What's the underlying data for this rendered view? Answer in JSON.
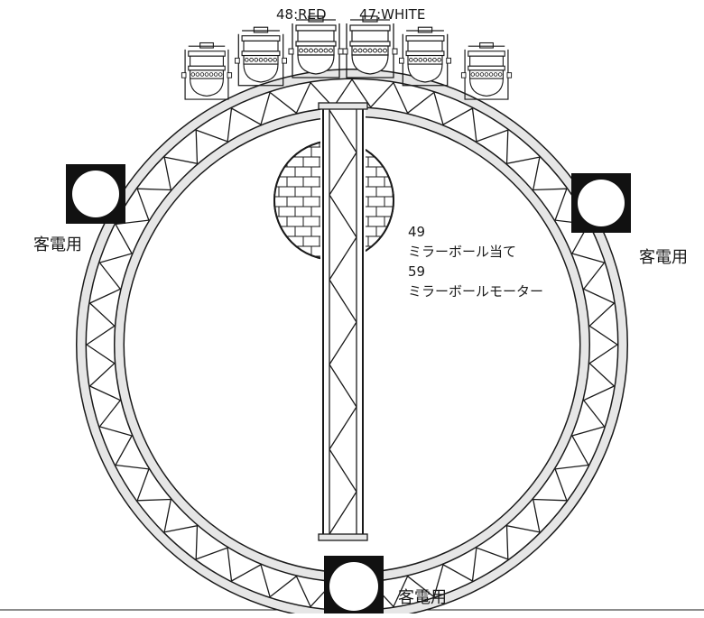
{
  "diagram": {
    "fixture_labels": {
      "red": "48:RED",
      "white": "47:WHITE"
    },
    "mirror_ball_note": {
      "line1": "49",
      "line2": "ミラーボール当て",
      "line3": "59",
      "line4": "ミラーボールモーター"
    },
    "outlets": {
      "left": "客電用",
      "right": "客電用",
      "bottom": "客電用"
    },
    "colors": {
      "stroke": "#1a1a1a",
      "truss_fill": "#e6e6e6",
      "ball_fill": "#d9d9d9",
      "outlet": "#111111"
    }
  }
}
